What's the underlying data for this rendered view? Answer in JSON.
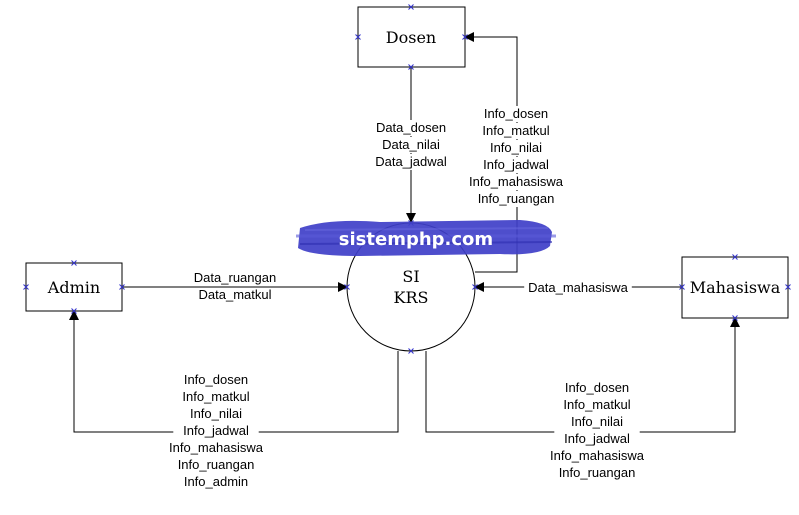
{
  "entities": {
    "dosen": "Dosen",
    "admin": "Admin",
    "mahasiswa": "Mahasiswa"
  },
  "process": {
    "line1": "SI",
    "line2": "KRS"
  },
  "flows": {
    "dosen_to_process": [
      "Data_dosen",
      "Data_nilai",
      "Data_jadwal"
    ],
    "process_to_dosen": [
      "Info_dosen",
      "Info_matkul",
      "Info_nilai",
      "Info_jadwal",
      "Info_mahasiswa",
      "Info_ruangan"
    ],
    "admin_to_process": [
      "Data_ruangan",
      "Data_matkul"
    ],
    "mahasiswa_to_process": [
      "Data_mahasiswa"
    ],
    "process_to_admin": [
      "Info_dosen",
      "Info_matkul",
      "Info_nilai",
      "Info_jadwal",
      "Info_mahasiswa",
      "Info_ruangan",
      "Info_admin"
    ],
    "process_to_mahasiswa": [
      "Info_dosen",
      "Info_matkul",
      "Info_nilai",
      "Info_jadwal",
      "Info_mahasiswa",
      "Info_ruangan"
    ]
  },
  "watermark": "sistemphp.com",
  "colors": {
    "line": "#000000",
    "watermark_brush": "#3f3fc8",
    "handle": "#3333cc"
  }
}
